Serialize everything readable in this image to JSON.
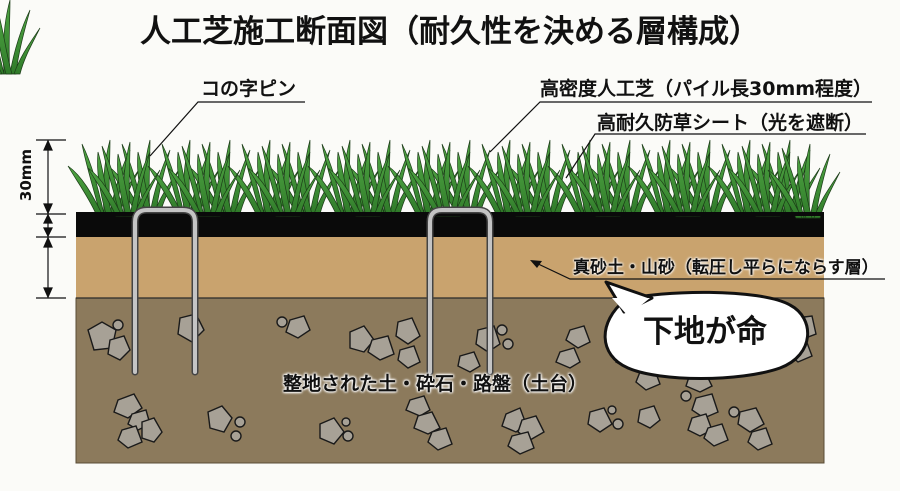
{
  "title": "人工芝施工断面図（耐久性を決める層構成）",
  "labels": {
    "pin": "コの字ピン",
    "turf": "高密度人工芝（パイル長30mm程度）",
    "sheet": "高耐久防草シート（光を遮断）",
    "sand": "真砂土・山砂（転圧し平らにならす層）",
    "base": "整地された土・砕石・路盤（土台）"
  },
  "dimension": {
    "turf_height": "30mm"
  },
  "callout": {
    "text": "下地が命"
  },
  "colors": {
    "grass": "#3f8f35",
    "grass_dark": "#1f5a1c",
    "sheet": "#0a0a0a",
    "sand": "#c9a36e",
    "base": "#8c7a5c",
    "stone": "#a7a196",
    "pin": "#b9b9b9"
  },
  "layers": [
    {
      "name": "高密度人工芝",
      "order": 1
    },
    {
      "name": "高耐久防草シート",
      "order": 2
    },
    {
      "name": "真砂土・山砂",
      "order": 3
    },
    {
      "name": "整地された土・砕石・路盤",
      "order": 4
    }
  ]
}
